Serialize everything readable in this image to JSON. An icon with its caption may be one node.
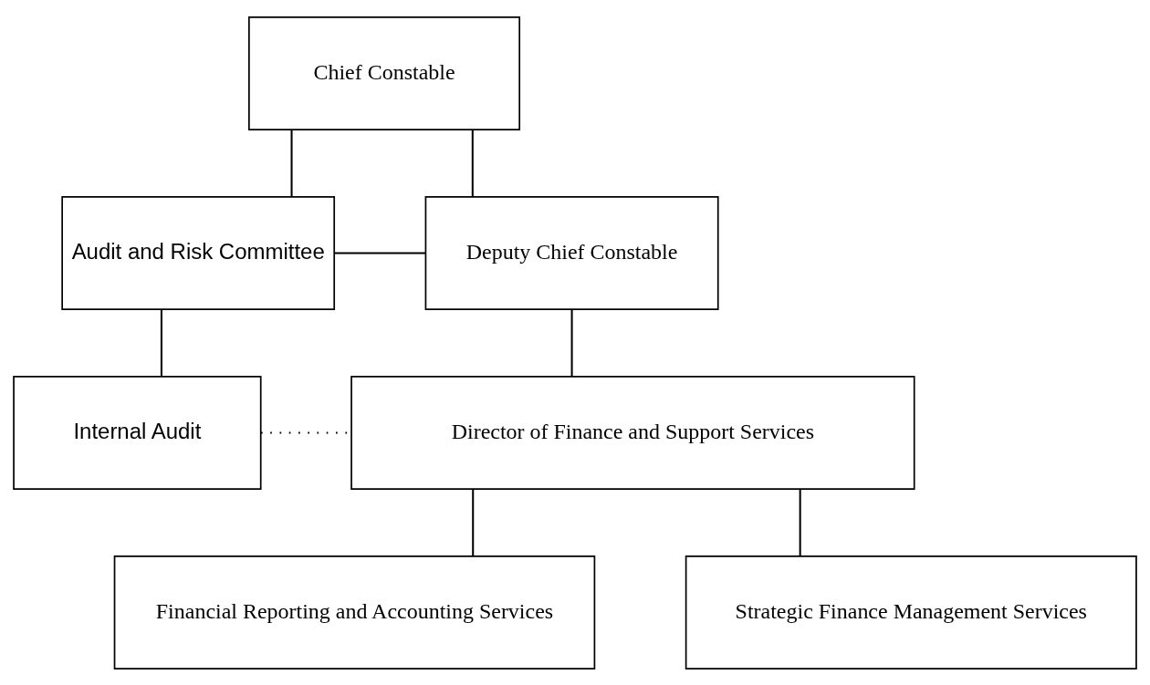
{
  "diagram": {
    "nodes": [
      {
        "text": [
          "Chief Constable"
        ]
      },
      {
        "text": [
          "Audit and Risk Committee"
        ]
      },
      {
        "text": [
          "Deputy Chief Constable"
        ]
      },
      {
        "text": [
          "Internal Audit"
        ]
      },
      {
        "text": [
          "Director of Finance and Support Services"
        ]
      },
      {
        "text": [
          "Financial Reporting and Accounting Services"
        ]
      },
      {
        "text": [
          "Strategic Finance Management Services"
        ]
      }
    ],
    "edges": [
      {
        "from": 0,
        "to": 1,
        "arrow": "none"
      },
      {
        "from": 0,
        "to": 2,
        "arrow": "none"
      },
      {
        "from": 1,
        "to": 2,
        "arrow": "none"
      },
      {
        "from": 1,
        "to": 3,
        "arrow": "none"
      },
      {
        "from": 3,
        "to": 4,
        "arrow": "none",
        "style": "dashed"
      },
      {
        "from": 2,
        "to": 4,
        "arrow": "none"
      },
      {
        "from": 4,
        "to": 5,
        "arrow": "none"
      },
      {
        "from": 4,
        "to": 6,
        "arrow": "none"
      }
    ]
  }
}
